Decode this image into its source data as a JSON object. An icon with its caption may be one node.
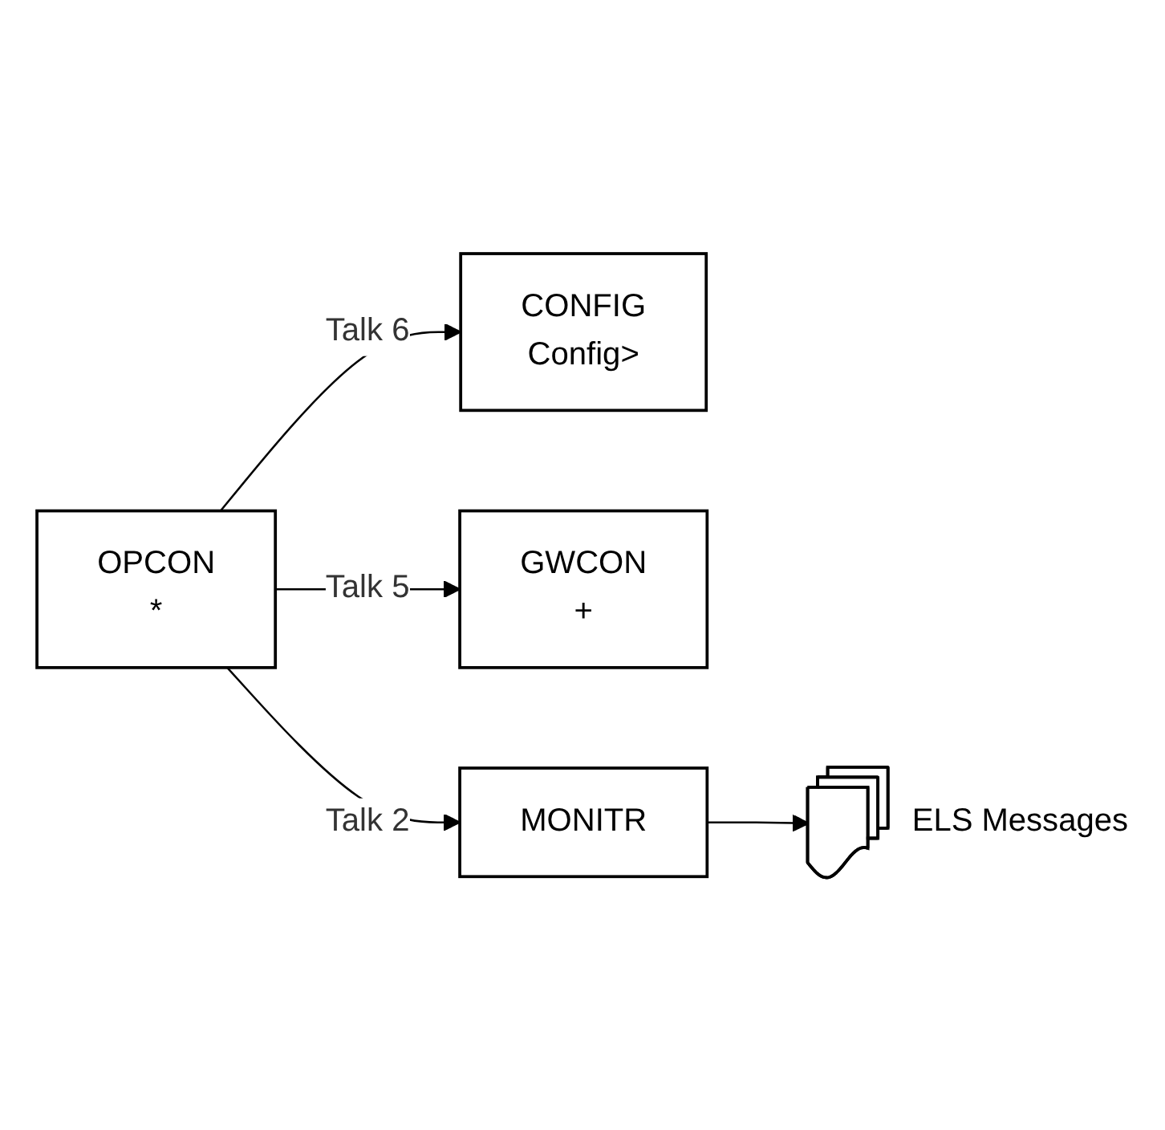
{
  "diagram": {
    "nodes": [
      {
        "text": [
          "OPCON",
          "*"
        ]
      },
      {
        "text": [
          "CONFIG",
          "Config>"
        ]
      },
      {
        "text": [
          "GWCON",
          "+"
        ]
      },
      {
        "text": [
          "MONITR"
        ]
      },
      {
        "text": [],
        "shape": "document",
        "beside": [
          "ELS Messages"
        ]
      }
    ],
    "edges": [
      {
        "from": 0,
        "to": 1,
        "arrow": "to",
        "label": "Talk 6"
      },
      {
        "from": 0,
        "to": 2,
        "arrow": "to",
        "label": "Talk 5"
      },
      {
        "from": 0,
        "to": 3,
        "arrow": "to",
        "label": "Talk 2"
      },
      {
        "from": 3,
        "to": 4,
        "arrow": "to"
      }
    ]
  }
}
